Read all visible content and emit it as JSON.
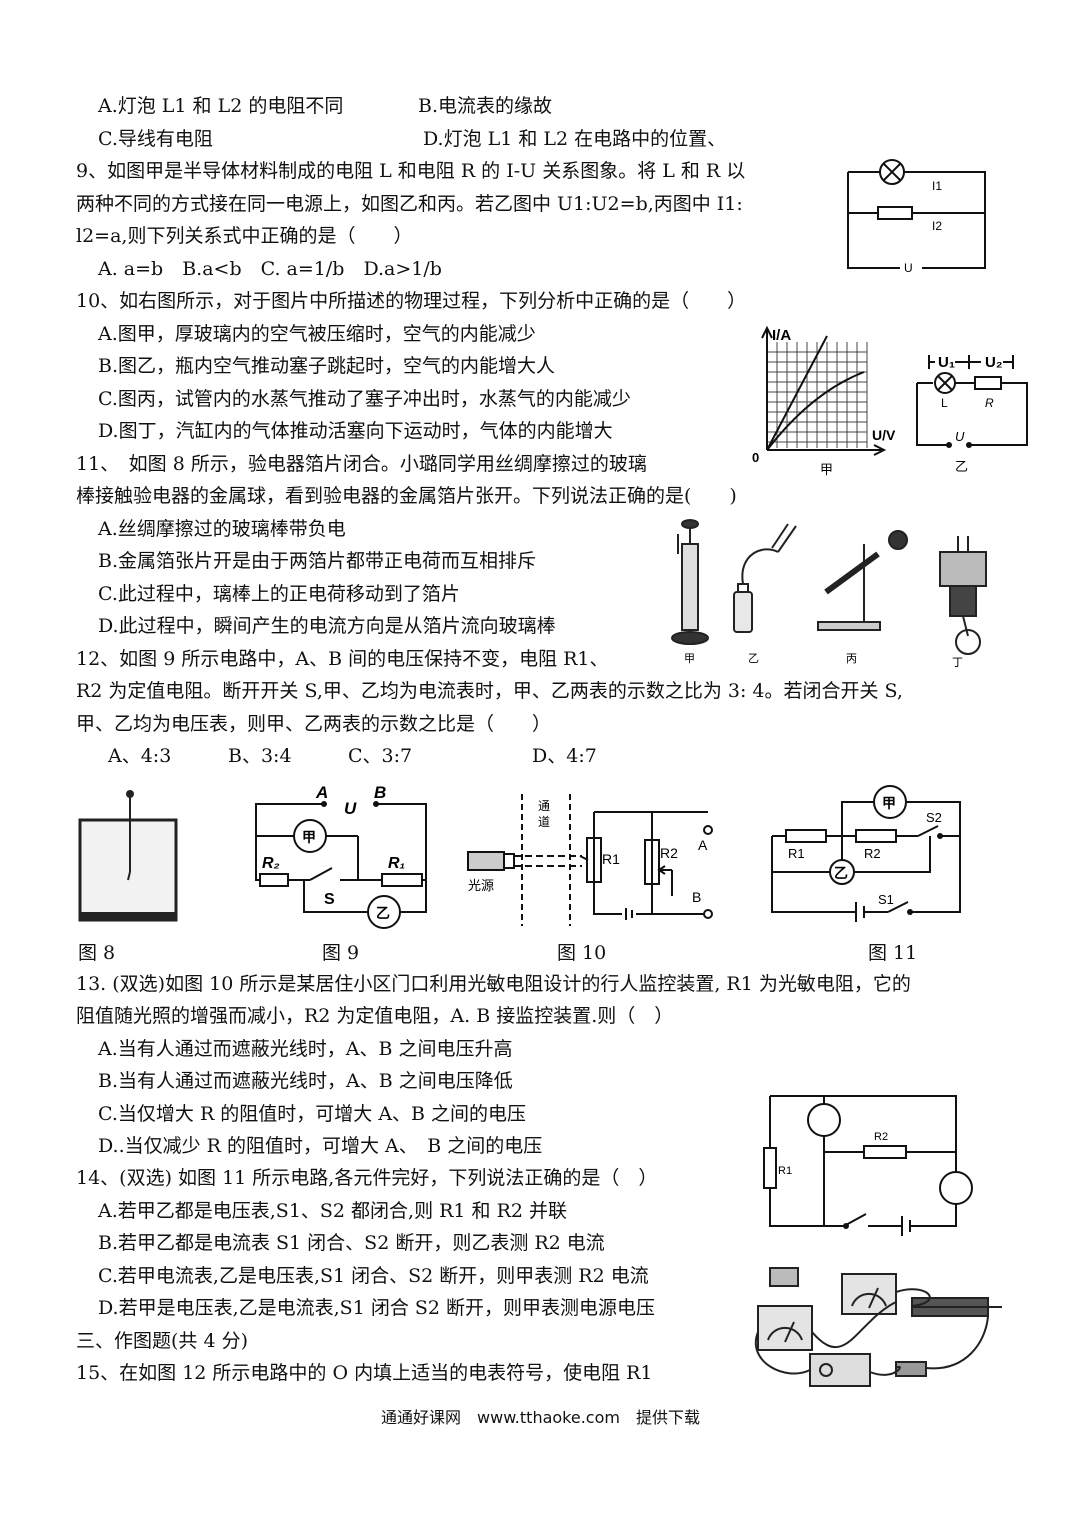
{
  "q8": {
    "a": "A.灯泡 L1 和 L2 的电阻不同",
    "b": "B.电流表的缘故",
    "c": "C.导线有电阻",
    "d": "D.灯泡 L1 和 L2 在电路中的位置、"
  },
  "q9": {
    "l1": "9、如图甲是半导体材料制成的电阻 L 和电阻 R 的 I-U 关系图象。将 L 和 R 以",
    "l2": "两种不同的方式接在同一电源上，如图乙和丙。若乙图中 U1:U2=b,丙图中 I1:",
    "l3": "l2=a,则下列关系式中正确的是（　　）",
    "opts": "A. a=b　B.a<b　C. a=1/b　D.a>1/b",
    "fig": {
      "i1": "I1",
      "i2": "I2",
      "u": "U"
    }
  },
  "q10": {
    "stem": "10、如右图所示，对于图片中所描述的物理过程，下列分析中正确的是（　　）",
    "a": "A.图甲，厚玻璃内的空气被压缩时，空气的内能减少",
    "b": "B.图乙，瓶内空气推动塞子跳起时，空气的内能增大人",
    "c": "C.图丙，试管内的水蒸气推动了塞子冲出时，水蒸气的内能减少",
    "d": "D.图丁，汽缸内的气体推动活塞向下运动时，气体的内能增大"
  },
  "graph": {
    "ylabel": "I/A",
    "xlabel": "U/V",
    "origin": "0",
    "caption": "甲"
  },
  "circuitYi": {
    "u1": "U₁",
    "u2": "U₂",
    "l": "L",
    "r": "R",
    "u": "U",
    "caption": "乙"
  },
  "q11": {
    "l1": "11、　如图 8 所示，验电器箔片闭合。小璐同学用丝绸摩擦过的玻璃",
    "l2": "棒接触验电器的金属球，看到验电器的金属箔片张开。下列说法正确的是(　　)",
    "a": "A.丝绸摩擦过的玻璃棒带负电",
    "b": "B.金属箔张片开是由于两箔片都带正电荷而互相排斥",
    "c": "C.此过程中，璃棒上的正电荷移动到了箔片",
    "d": "D.此过程中，瞬间产生的电流方向是从箔片流向玻璃棒"
  },
  "thermo": {
    "c1": "甲",
    "c2": "乙",
    "c3": "丙",
    "c4": "丁"
  },
  "q12": {
    "l1": "12、如图 9 所示电路中，A、B 间的电压保持不变，电阻 R1、",
    "l2": "R2 为定值电阻。断开开关 S,甲、乙均为电流表时，甲、乙两表的示数之比为 3: 4。若闭合开关 S,",
    "l3": "甲、乙均为电压表，则甲、乙两表的示数之比是（　　）",
    "a": "A、4:3",
    "b": "B、3:4",
    "c": "C、3:7",
    "d": "D、4:7"
  },
  "fig9": {
    "a": "A",
    "u": "U",
    "b": "B",
    "jia": "甲",
    "yi": "乙",
    "r2": "R₂",
    "r1": "R₁",
    "s": "S"
  },
  "fig10": {
    "tong": "通",
    "dao": "道",
    "light": "光源",
    "r1": "R1",
    "r2": "R2",
    "a": "A",
    "b": "B"
  },
  "fig11": {
    "jia": "甲",
    "yi": "乙",
    "r1": "R1",
    "r2": "R2",
    "s1": "S1",
    "s2": "S2"
  },
  "captions": {
    "f8": "图 8",
    "f9": "图 9",
    "f10": "图 10",
    "f11": "图 11"
  },
  "q13": {
    "l1": "13. (双选)如图 10 所示是某居住小区门口利用光敏电阻设计的行人监控装置, R1 为光敏电阻，它的",
    "l2": "阻值随光照的增强而减小，R2 为定值电阻，A. B 接监控装置.则（　）",
    "a": "A.当有人通过而遮蔽光线时，A、B 之间电压升高",
    "b": "B.当有人通过而遮蔽光线时，A、B 之间电压降低",
    "c": "C.当仅增大 R 的阻值时，可增大 A、B 之间的电压",
    "d": "D..当仅减少 R 的阻值时，可增大 A、　B 之间的电压"
  },
  "fig12": {
    "r1": "R1",
    "r2": "R2"
  },
  "q14": {
    "stem": "14、(双选) 如图 11 所示电路,各元件完好，下列说法正确的是（　）",
    "a": "A.若甲乙都是电压表,S1、S2 都闭合,则 R1 和 R2 并联",
    "b": "B.若甲乙都是电流表 S1 闭合、S2 断开，则乙表测 R2 电流",
    "c": "C.若甲电流表,乙是电压表,S1 闭合、S2 断开，则甲表测 R2 电流",
    "d": "D.若甲是电压表,乙是电流表,S1 闭合 S2 断开，则甲表测电源电压"
  },
  "section3": "三、作图题(共 4 分)",
  "q15": "15、在如图 12 所示电路中的 O 内填上适当的电表符号，使电阻 R1",
  "footer": "通通好课网　www.tthaoke.com　提供下载"
}
